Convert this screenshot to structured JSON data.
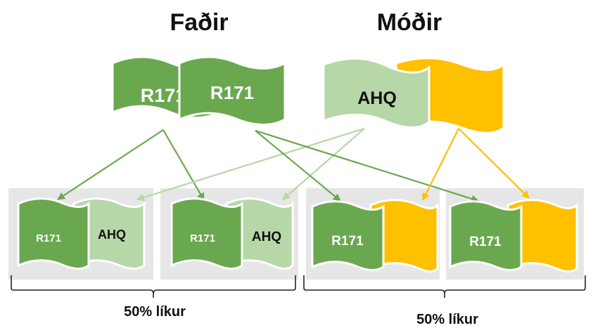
{
  "parents": {
    "father": {
      "title": "Faðir",
      "chromosome_1": "R171",
      "chromosome_2": "R171"
    },
    "mother": {
      "title": "Móðir",
      "chromosome_1": "AHQ",
      "chromosome_2": ""
    }
  },
  "offspring": [
    {
      "chromosome_1": "R171",
      "chromosome_2": "AHQ"
    },
    {
      "chromosome_1": "R171",
      "chromosome_2": "AHQ"
    },
    {
      "chromosome_1": "R171",
      "chromosome_2": ""
    },
    {
      "chromosome_1": "R171",
      "chromosome_2": ""
    }
  ],
  "groups": [
    {
      "probability": "50% líkur"
    },
    {
      "probability": "50% líkur"
    }
  ],
  "colors": {
    "dark_green": "#6aa84f",
    "light_green": "#b6d7a8",
    "yellow": "#ffc000",
    "panel_gray": "#e6e6e6",
    "bracket": "#222222"
  }
}
